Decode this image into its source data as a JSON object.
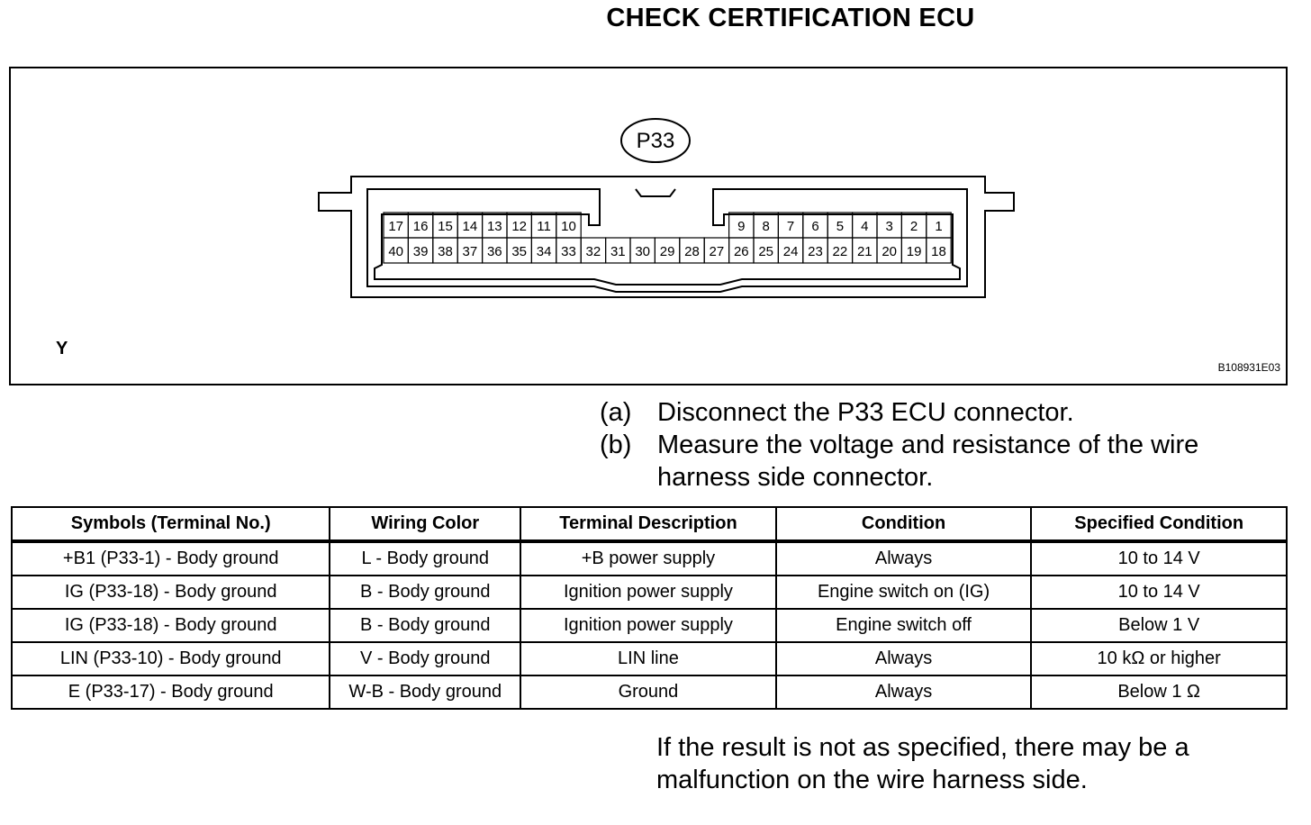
{
  "title": "CHECK CERTIFICATION ECU",
  "figure": {
    "connector_label": "P33",
    "corner_label": "Y",
    "figure_code": "B108931E03",
    "top_row_left": [
      "17",
      "16",
      "15",
      "14",
      "13",
      "12",
      "11",
      "10"
    ],
    "top_row_right": [
      "9",
      "8",
      "7",
      "6",
      "5",
      "4",
      "3",
      "2",
      "1"
    ],
    "bottom_row": [
      "40",
      "39",
      "38",
      "37",
      "36",
      "35",
      "34",
      "33",
      "32",
      "31",
      "30",
      "29",
      "28",
      "27",
      "26",
      "25",
      "24",
      "23",
      "22",
      "21",
      "20",
      "19",
      "18"
    ]
  },
  "steps": [
    {
      "label": "(a)",
      "text": "Disconnect the P33 ECU connector."
    },
    {
      "label": "(b)",
      "text": "Measure the voltage and resistance of the wire harness side connector."
    }
  ],
  "table": {
    "headers": [
      "Symbols (Terminal No.)",
      "Wiring Color",
      "Terminal Description",
      "Condition",
      "Specified Condition"
    ],
    "rows": [
      [
        "+B1 (P33-1) - Body ground",
        "L - Body ground",
        "+B power supply",
        "Always",
        "10 to 14 V"
      ],
      [
        "IG (P33-18) - Body ground",
        "B - Body ground",
        "Ignition power supply",
        "Engine switch on (IG)",
        "10 to 14 V"
      ],
      [
        "IG (P33-18) - Body ground",
        "B - Body ground",
        "Ignition power supply",
        "Engine switch off",
        "Below 1 V"
      ],
      [
        "LIN (P33-10) - Body ground",
        "V - Body ground",
        "LIN line",
        "Always",
        "10 kΩ or higher"
      ],
      [
        "E (P33-17) - Body ground",
        "W-B - Body ground",
        "Ground",
        "Always",
        "Below 1 Ω"
      ]
    ]
  },
  "note": "If the result is not as specified, there may be a malfunction on the wire harness side."
}
